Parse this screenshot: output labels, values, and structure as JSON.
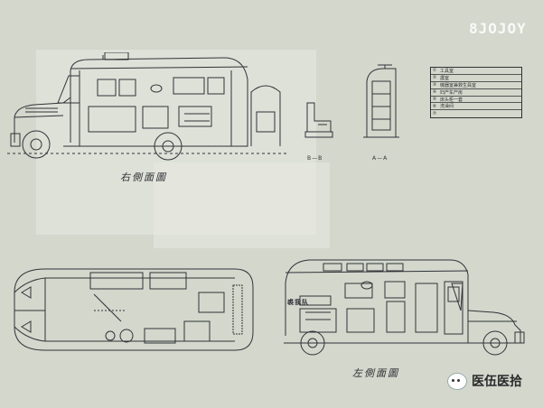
{
  "captions": {
    "right_side": "右側面圖",
    "left_side": "左側面圖"
  },
  "section_labels": {
    "b": "B—B",
    "a": "A—A"
  },
  "vehicle_signs": {
    "door_label": "裘我队"
  },
  "legend": [
    {
      "num": "①",
      "text": "工具室"
    },
    {
      "num": "②",
      "text": "護室"
    },
    {
      "num": "③",
      "text": "機器室兼救生員室"
    },
    {
      "num": "④",
      "text": "妇产车产房"
    },
    {
      "num": "⑤",
      "text": "床头柜一套"
    },
    {
      "num": "⑥",
      "text": "洗澡间"
    },
    {
      "num": "⑦",
      "text": ""
    }
  ],
  "watermarks": {
    "top": "8JOJOY",
    "bottom": "医伍医拾"
  },
  "colors": {
    "paper": "#d3d7cc",
    "ink": "#2b2f33"
  }
}
